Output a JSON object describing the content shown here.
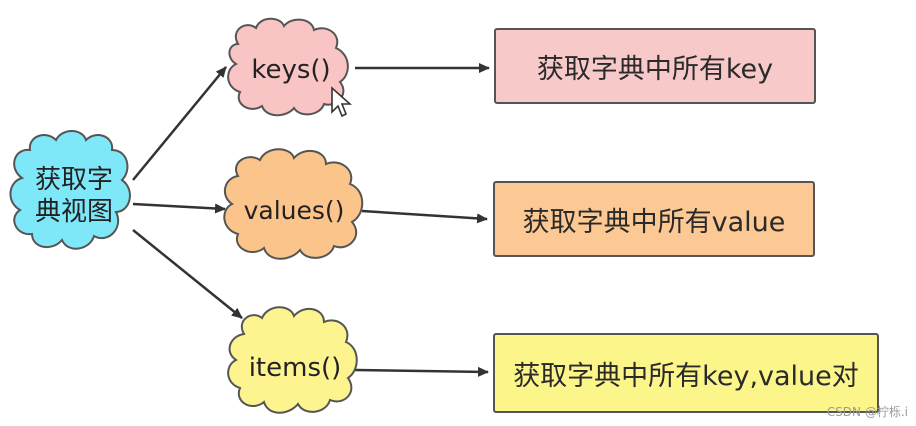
{
  "source_node": {
    "label_line1": "获取字",
    "label_line2": "典视图",
    "color": "#7fe8f8"
  },
  "methods": [
    {
      "name": "keys()",
      "description": "获取字典中所有key",
      "cloud_color": "#f9c4c4",
      "box_color": "#f7c9c9"
    },
    {
      "name": "values()",
      "description": "获取字典中所有value",
      "cloud_color": "#fbc48b",
      "box_color": "#fcc893"
    },
    {
      "name": "items()",
      "description": "获取字典中所有key,value对",
      "cloud_color": "#fdf38f",
      "box_color": "#fcf68a"
    }
  ],
  "watermark": "CSDN @柠栎.i",
  "cursor_icon": "mouse-pointer-icon"
}
